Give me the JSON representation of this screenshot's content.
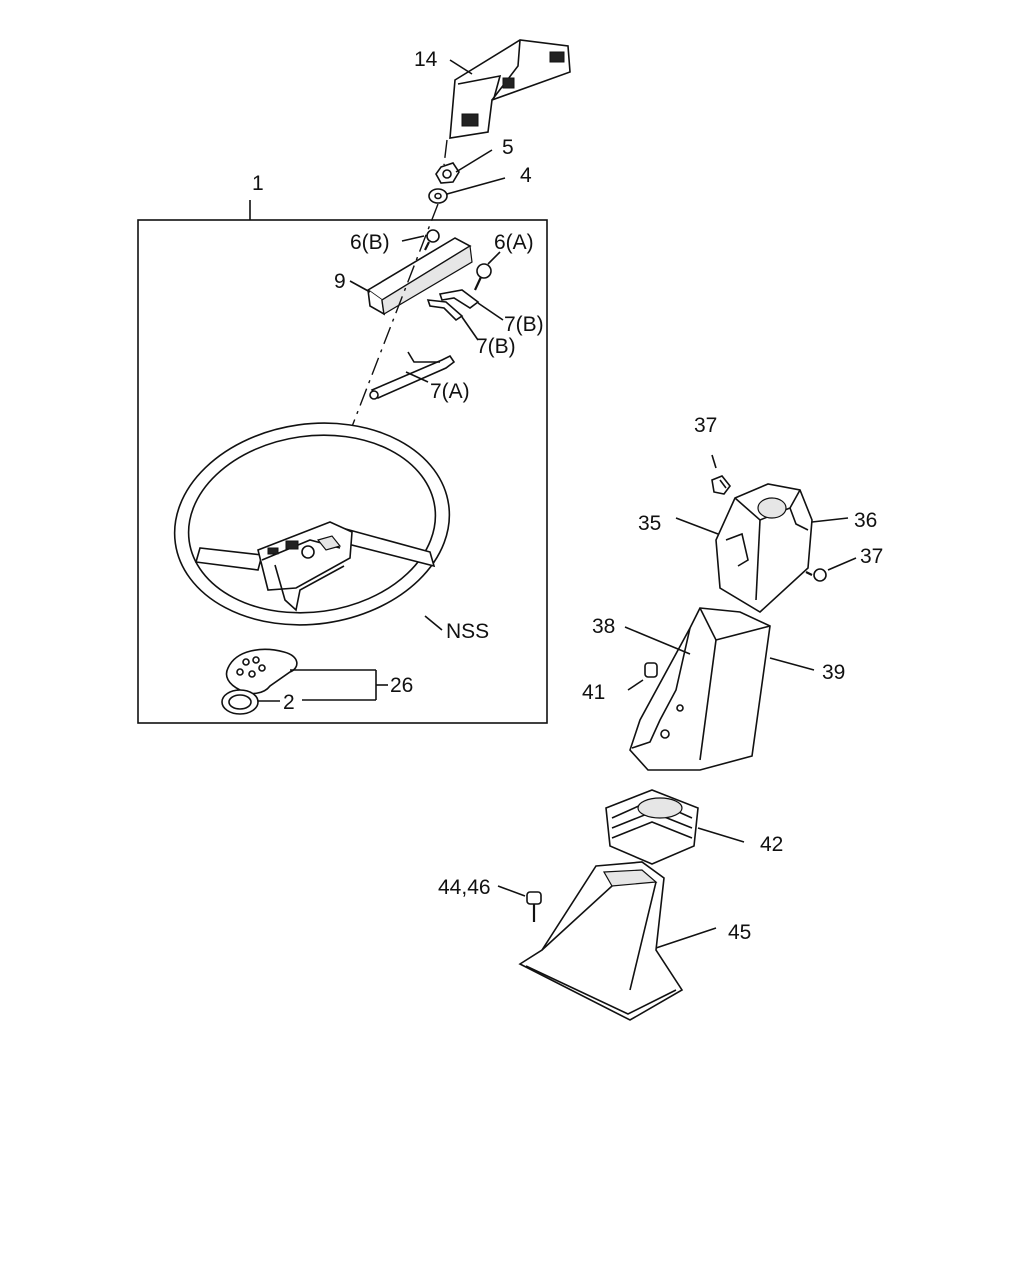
{
  "diagram": {
    "callouts": {
      "c14": "14",
      "c5": "5",
      "c4": "4",
      "c1": "1",
      "c6b": "6(B)",
      "c6a": "6(A)",
      "c9": "9",
      "c7b_1": "7(B)",
      "c7b_2": "7(B)",
      "c7a": "7(A)",
      "cnss": "NSS",
      "c26": "26",
      "c2": "2",
      "c37_top": "37",
      "c35": "35",
      "c36": "36",
      "c37_side": "37",
      "c38": "38",
      "c39": "39",
      "c41": "41",
      "c42": "42",
      "c4446": "44,46",
      "c45": "45"
    }
  }
}
